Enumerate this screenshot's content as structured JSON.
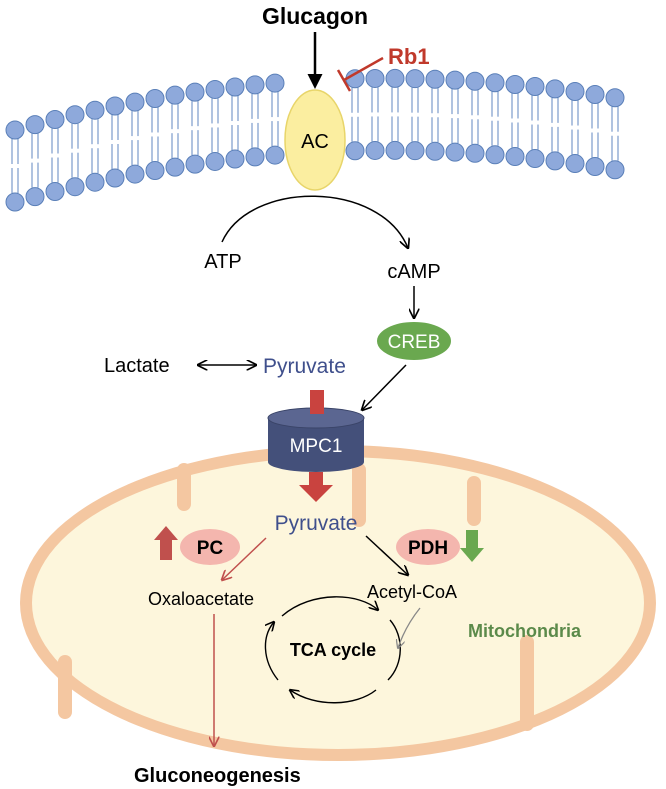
{
  "labels": {
    "glucagon": "Glucagon",
    "rb1": "Rb1",
    "ac": "AC",
    "atp": "ATP",
    "camp": "cAMP",
    "creb": "CREB",
    "lactate": "Lactate",
    "pyruvate_cytosol": "Pyruvate",
    "mpc1": "MPC1",
    "pyruvate_mito": "Pyruvate",
    "pc": "PC",
    "pdh": "PDH",
    "oxaloacetate": "Oxaloacetate",
    "acetyl_coa": "Acetyl-CoA",
    "tca_cycle": "TCA cycle",
    "mitochondria": "Mitochondria",
    "gluconeogenesis": "Gluconeogenesis"
  },
  "colors": {
    "membrane_head": "#8ea9db",
    "membrane_head_stroke": "#5a7fb8",
    "ac_fill": "#fbeea0",
    "creb_fill": "#6aa84f",
    "mpc1_fill": "#44507a",
    "mito_fill": "#fdf6dc",
    "mito_stroke": "#f4c7a1",
    "enzyme_fill": "#f4b6ae",
    "inhibit_red": "#c0392b",
    "up_red": "#c0504d",
    "down_green": "#6aa84f",
    "pyruvate_blue": "#3f4f8c",
    "mito_label_green": "#5b8a4a"
  }
}
